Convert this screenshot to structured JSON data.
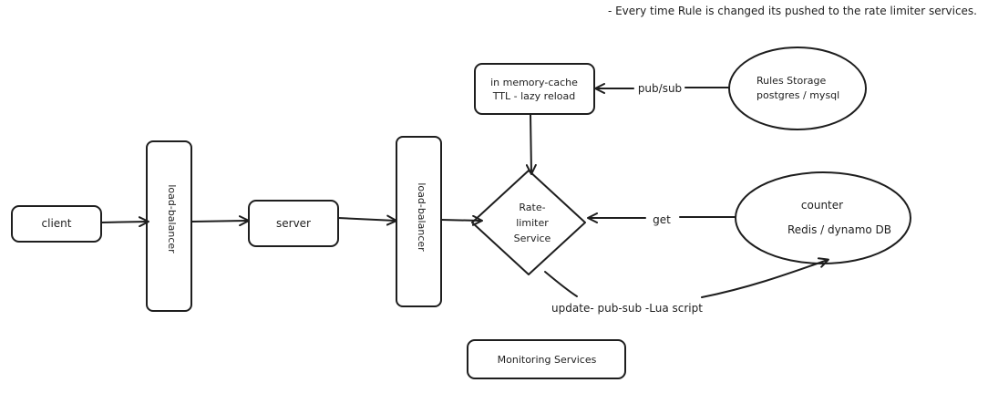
{
  "note": "- Every time Rule is changed its pushed to the rate limiter services.",
  "nodes": {
    "client": "client",
    "lb1": "load-balancer",
    "server": "server",
    "lb2": "load-balancer",
    "cache_line1": "in memory-cache",
    "cache_line2": "TTL - lazy reload",
    "rules_line1": "Rules Storage",
    "rules_line2": "postgres / mysql",
    "rl_line1": "Rate-",
    "rl_line2": "limiter",
    "rl_line3": "Service",
    "counter_line1": "counter",
    "counter_line2": "Redis / dynamo DB",
    "monitoring": "Monitoring Services"
  },
  "edges": {
    "pubsub": "pub/sub",
    "get": "get",
    "update": "update- pub-sub -Lua script"
  }
}
